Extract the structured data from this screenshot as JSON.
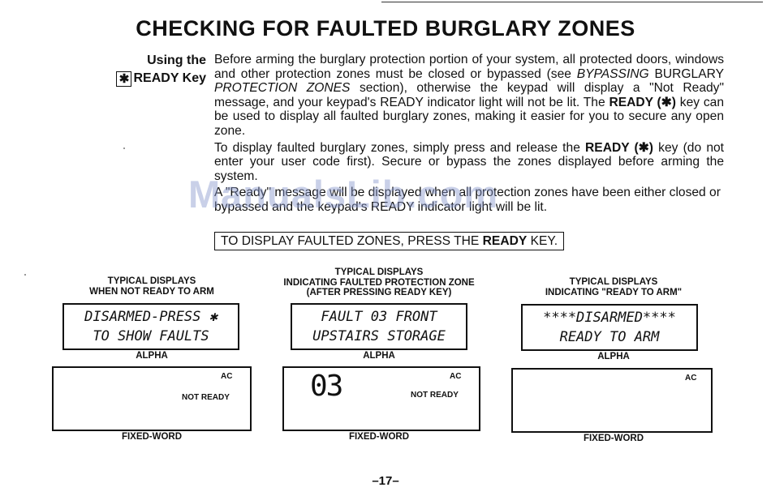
{
  "title": "CHECKING FOR FAULTED BURGLARY ZONES",
  "side_heading": {
    "line1": "Using the",
    "key_symbol": "✱",
    "line2": "READY Key"
  },
  "para1": {
    "t1": "Before arming the burglary protection portion of your system, all protected doors, windows and other protection zones must be closed or bypassed (see ",
    "i1": "BYPASSING",
    "t2": " BURGLARY ",
    "i2": "PROTECTION ZONES",
    "t3": " section), otherwise the keypad will display a \"Not Ready\" message, and your keypad's READY indicator light will not be lit. The ",
    "b1": "READY (✱)",
    "t4": " key can be used to display all faulted burglary zones, making it easier for you to secure any open zone."
  },
  "para2": {
    "t1": "To display faulted burglary zones, simply press and release the ",
    "b1": "READY (✱)",
    "t2": " key (do not enter your user code first). Secure or bypass the zones displayed before arming the system."
  },
  "para3": "A \"Ready\" message will be displayed when all protection zones have been either closed or bypassed and the keypad's READY indicator light will be lit.",
  "watermark": "ManualsLib.com",
  "instruction": {
    "text": "TO DISPLAY FAULTED ZONES, PRESS THE ",
    "bold": "READY",
    "end": " KEY."
  },
  "displays": [
    {
      "caption": [
        "TYPICAL DISPLAYS",
        "WHEN NOT READY TO ARM"
      ],
      "lcd": [
        "DISARMED-PRESS ✱",
        "TO SHOW FAULTS"
      ],
      "alpha_label": "ALPHA",
      "fixed": {
        "ac": "AC",
        "indicator": "NOT READY",
        "digits": ""
      },
      "fixed_label": "FIXED-WORD"
    },
    {
      "caption": [
        "TYPICAL DISPLAYS",
        "INDICATING FAULTED PROTECTION ZONE",
        "(AFTER PRESSING READY KEY)"
      ],
      "lcd": [
        "FAULT 03 FRONT",
        "UPSTAIRS STORAGE"
      ],
      "alpha_label": "ALPHA",
      "fixed": {
        "ac": "AC",
        "indicator": "NOT READY",
        "digits": "03"
      },
      "fixed_label": "FIXED-WORD"
    },
    {
      "caption": [
        "TYPICAL DISPLAYS",
        "INDICATING \"READY TO ARM\""
      ],
      "lcd": [
        "****DISARMED****",
        "READY TO ARM"
      ],
      "alpha_label": "ALPHA",
      "fixed": {
        "ac": "AC",
        "indicator": "",
        "digits": ""
      },
      "fixed_label": "FIXED-WORD"
    }
  ],
  "page_number": "–17–"
}
